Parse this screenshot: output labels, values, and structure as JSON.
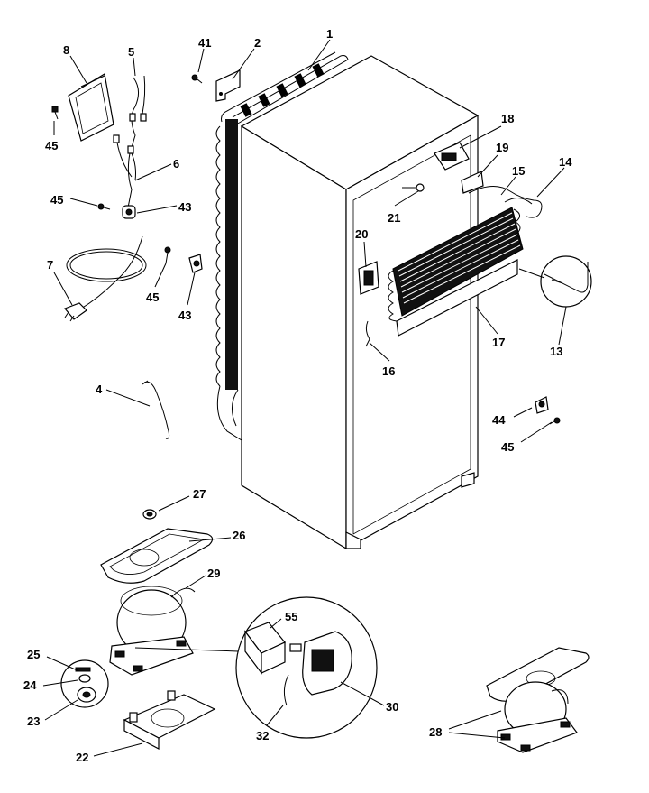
{
  "labels": {
    "p1": "1",
    "p2": "2",
    "p4": "4",
    "p5": "5",
    "p6": "6",
    "p7": "7",
    "p8": "8",
    "p13": "13",
    "p14": "14",
    "p15": "15",
    "p16": "16",
    "p17": "17",
    "p18": "18",
    "p19": "19",
    "p20": "20",
    "p21": "21",
    "p22": "22",
    "p23": "23",
    "p24": "24",
    "p25": "25",
    "p26": "26",
    "p27": "27",
    "p28": "28",
    "p29": "29",
    "p30": "30",
    "p32": "32",
    "p41": "41",
    "p43a": "43",
    "p43b": "43",
    "p44": "44",
    "p45a": "45",
    "p45b": "45",
    "p45c": "45",
    "p45d": "45",
    "p55": "55"
  }
}
